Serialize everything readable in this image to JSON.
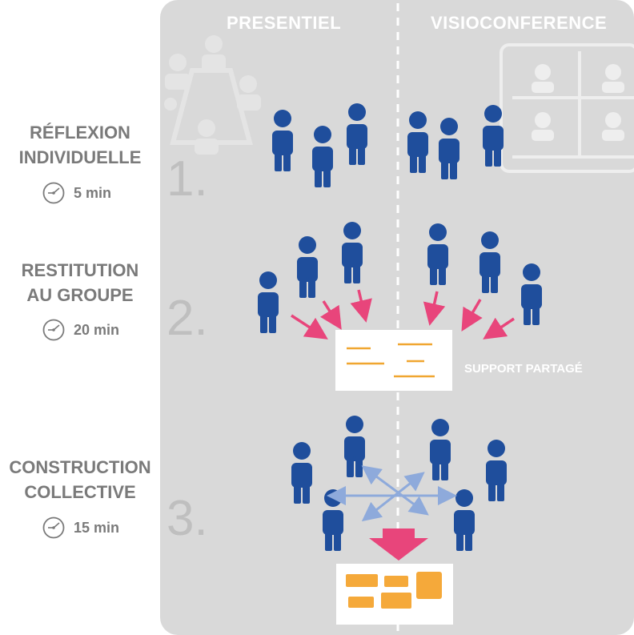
{
  "columns": {
    "left": "PRESENTIEL",
    "right": "VISIOCONFERENCE"
  },
  "steps": [
    {
      "number": "1.",
      "line1": "RÉFLEXION",
      "line2": "INDIVIDUELLE",
      "duration": "5 min"
    },
    {
      "number": "2.",
      "line1": "RESTITUTION",
      "line2": "AU GROUPE",
      "duration": "20 min"
    },
    {
      "number": "3.",
      "line1": "CONSTRUCTION",
      "line2": "COLLECTIVE",
      "duration": "15 min"
    }
  ],
  "support_label": "SUPPORT PARTAGÉ",
  "colors": {
    "person": "#1f4e9c",
    "arrow_pink": "#e8457b",
    "arrow_blue": "#8eaadb",
    "sticky_orange": "#f5a93a",
    "text_line_orange": "#f0a630",
    "panel": "#d9d9d9",
    "step_text": "#7a7a7a"
  },
  "icons": [
    "meeting-table-icon",
    "video-grid-icon",
    "clock-icon",
    "person-icon",
    "down-arrow-icon"
  ]
}
